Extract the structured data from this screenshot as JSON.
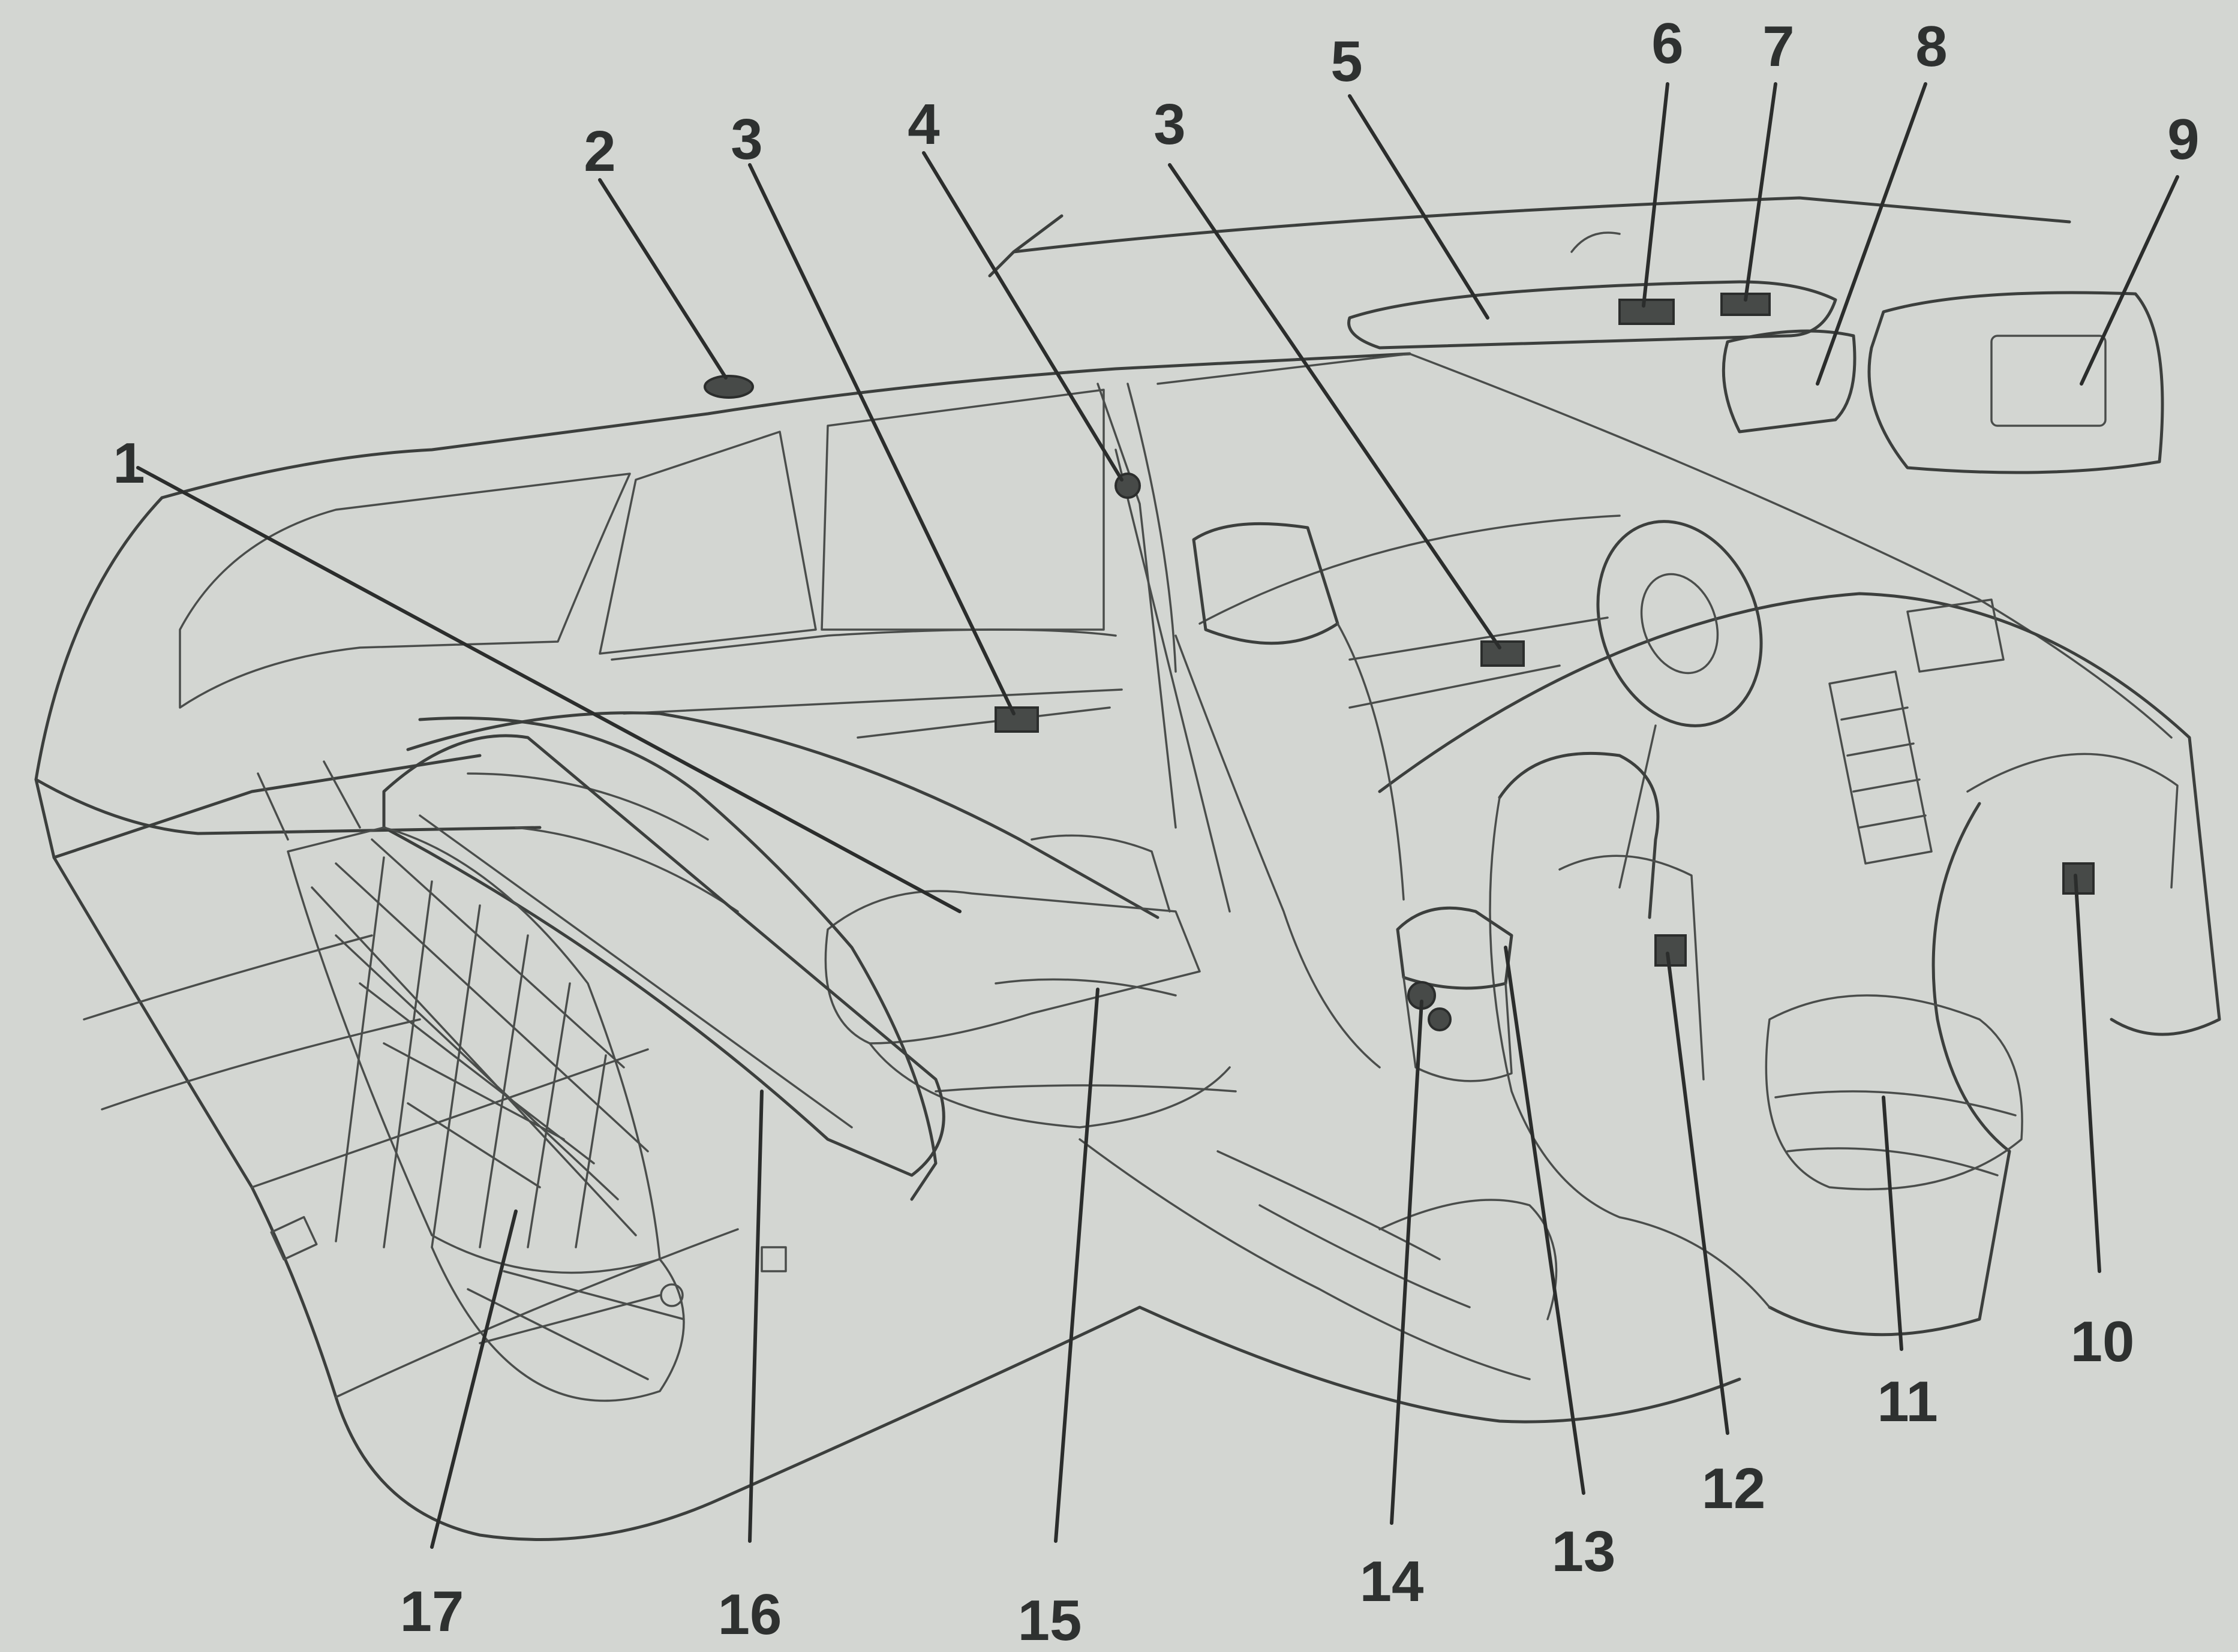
{
  "callouts": [
    {
      "id": "c1",
      "text": "1"
    },
    {
      "id": "c2",
      "text": "2"
    },
    {
      "id": "c3a",
      "text": "3"
    },
    {
      "id": "c4",
      "text": "4"
    },
    {
      "id": "c3b",
      "text": "3"
    },
    {
      "id": "c5",
      "text": "5"
    },
    {
      "id": "c6",
      "text": "6"
    },
    {
      "id": "c7",
      "text": "7"
    },
    {
      "id": "c8",
      "text": "8"
    },
    {
      "id": "c9",
      "text": "9"
    },
    {
      "id": "c10",
      "text": "10"
    },
    {
      "id": "c11",
      "text": "11"
    },
    {
      "id": "c12",
      "text": "12"
    },
    {
      "id": "c13",
      "text": "13"
    },
    {
      "id": "c14",
      "text": "14"
    },
    {
      "id": "c15",
      "text": "15"
    },
    {
      "id": "c16",
      "text": "16"
    },
    {
      "id": "c17",
      "text": "17"
    }
  ]
}
